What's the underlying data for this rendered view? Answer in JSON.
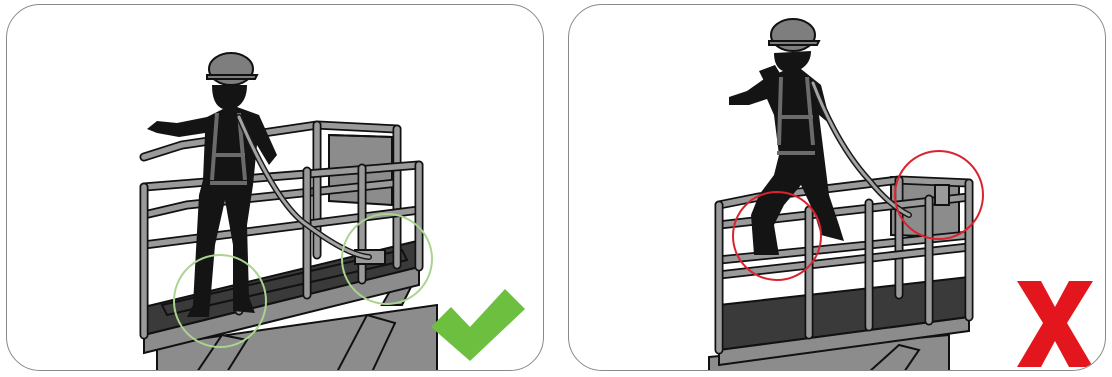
{
  "panels": [
    {
      "id": "correct",
      "verdict": "correct",
      "indicator_color": "#6cbf3f",
      "highlight_color": "#a9d48f"
    },
    {
      "id": "wrong",
      "verdict": "incorrect",
      "indicator_color": "#e3161d",
      "highlight_color": "#d9232f"
    }
  ],
  "icons": [
    "checkmark-icon",
    "cross-icon"
  ]
}
